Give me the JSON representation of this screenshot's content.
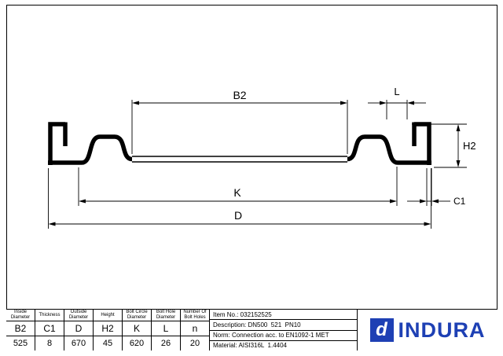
{
  "drawing": {
    "dimension_labels": {
      "b2": "B2",
      "l": "L",
      "h2": "H2",
      "k": "K",
      "c1": "C1",
      "d": "D"
    },
    "line_color": "#000000"
  },
  "table": {
    "columns": [
      {
        "header": "Inside\nDiameter",
        "symbol": "B2",
        "value": "525"
      },
      {
        "header": "Thickness",
        "symbol": "C1",
        "value": "8"
      },
      {
        "header": "Outside\nDiameter",
        "symbol": "D",
        "value": "670"
      },
      {
        "header": "Height",
        "symbol": "H2",
        "value": "45"
      },
      {
        "header": "Bolt Circle\nDiameter",
        "symbol": "K",
        "value": "620"
      },
      {
        "header": "Bolt Hole\nDiameter",
        "symbol": "L",
        "value": "26"
      },
      {
        "header": "Number Of\nBolt Holes",
        "symbol": "n",
        "value": "20"
      }
    ]
  },
  "info": {
    "item_no": "Item No.: 032152525",
    "description": "Description: DN500  521  PN10",
    "norm": "Norm: Connection acc. to EN1092-1 MET",
    "material": "Material: AISI316L  1.4404"
  },
  "logo": {
    "mark": "d",
    "text": "INDURA",
    "color": "#1e40b4"
  }
}
